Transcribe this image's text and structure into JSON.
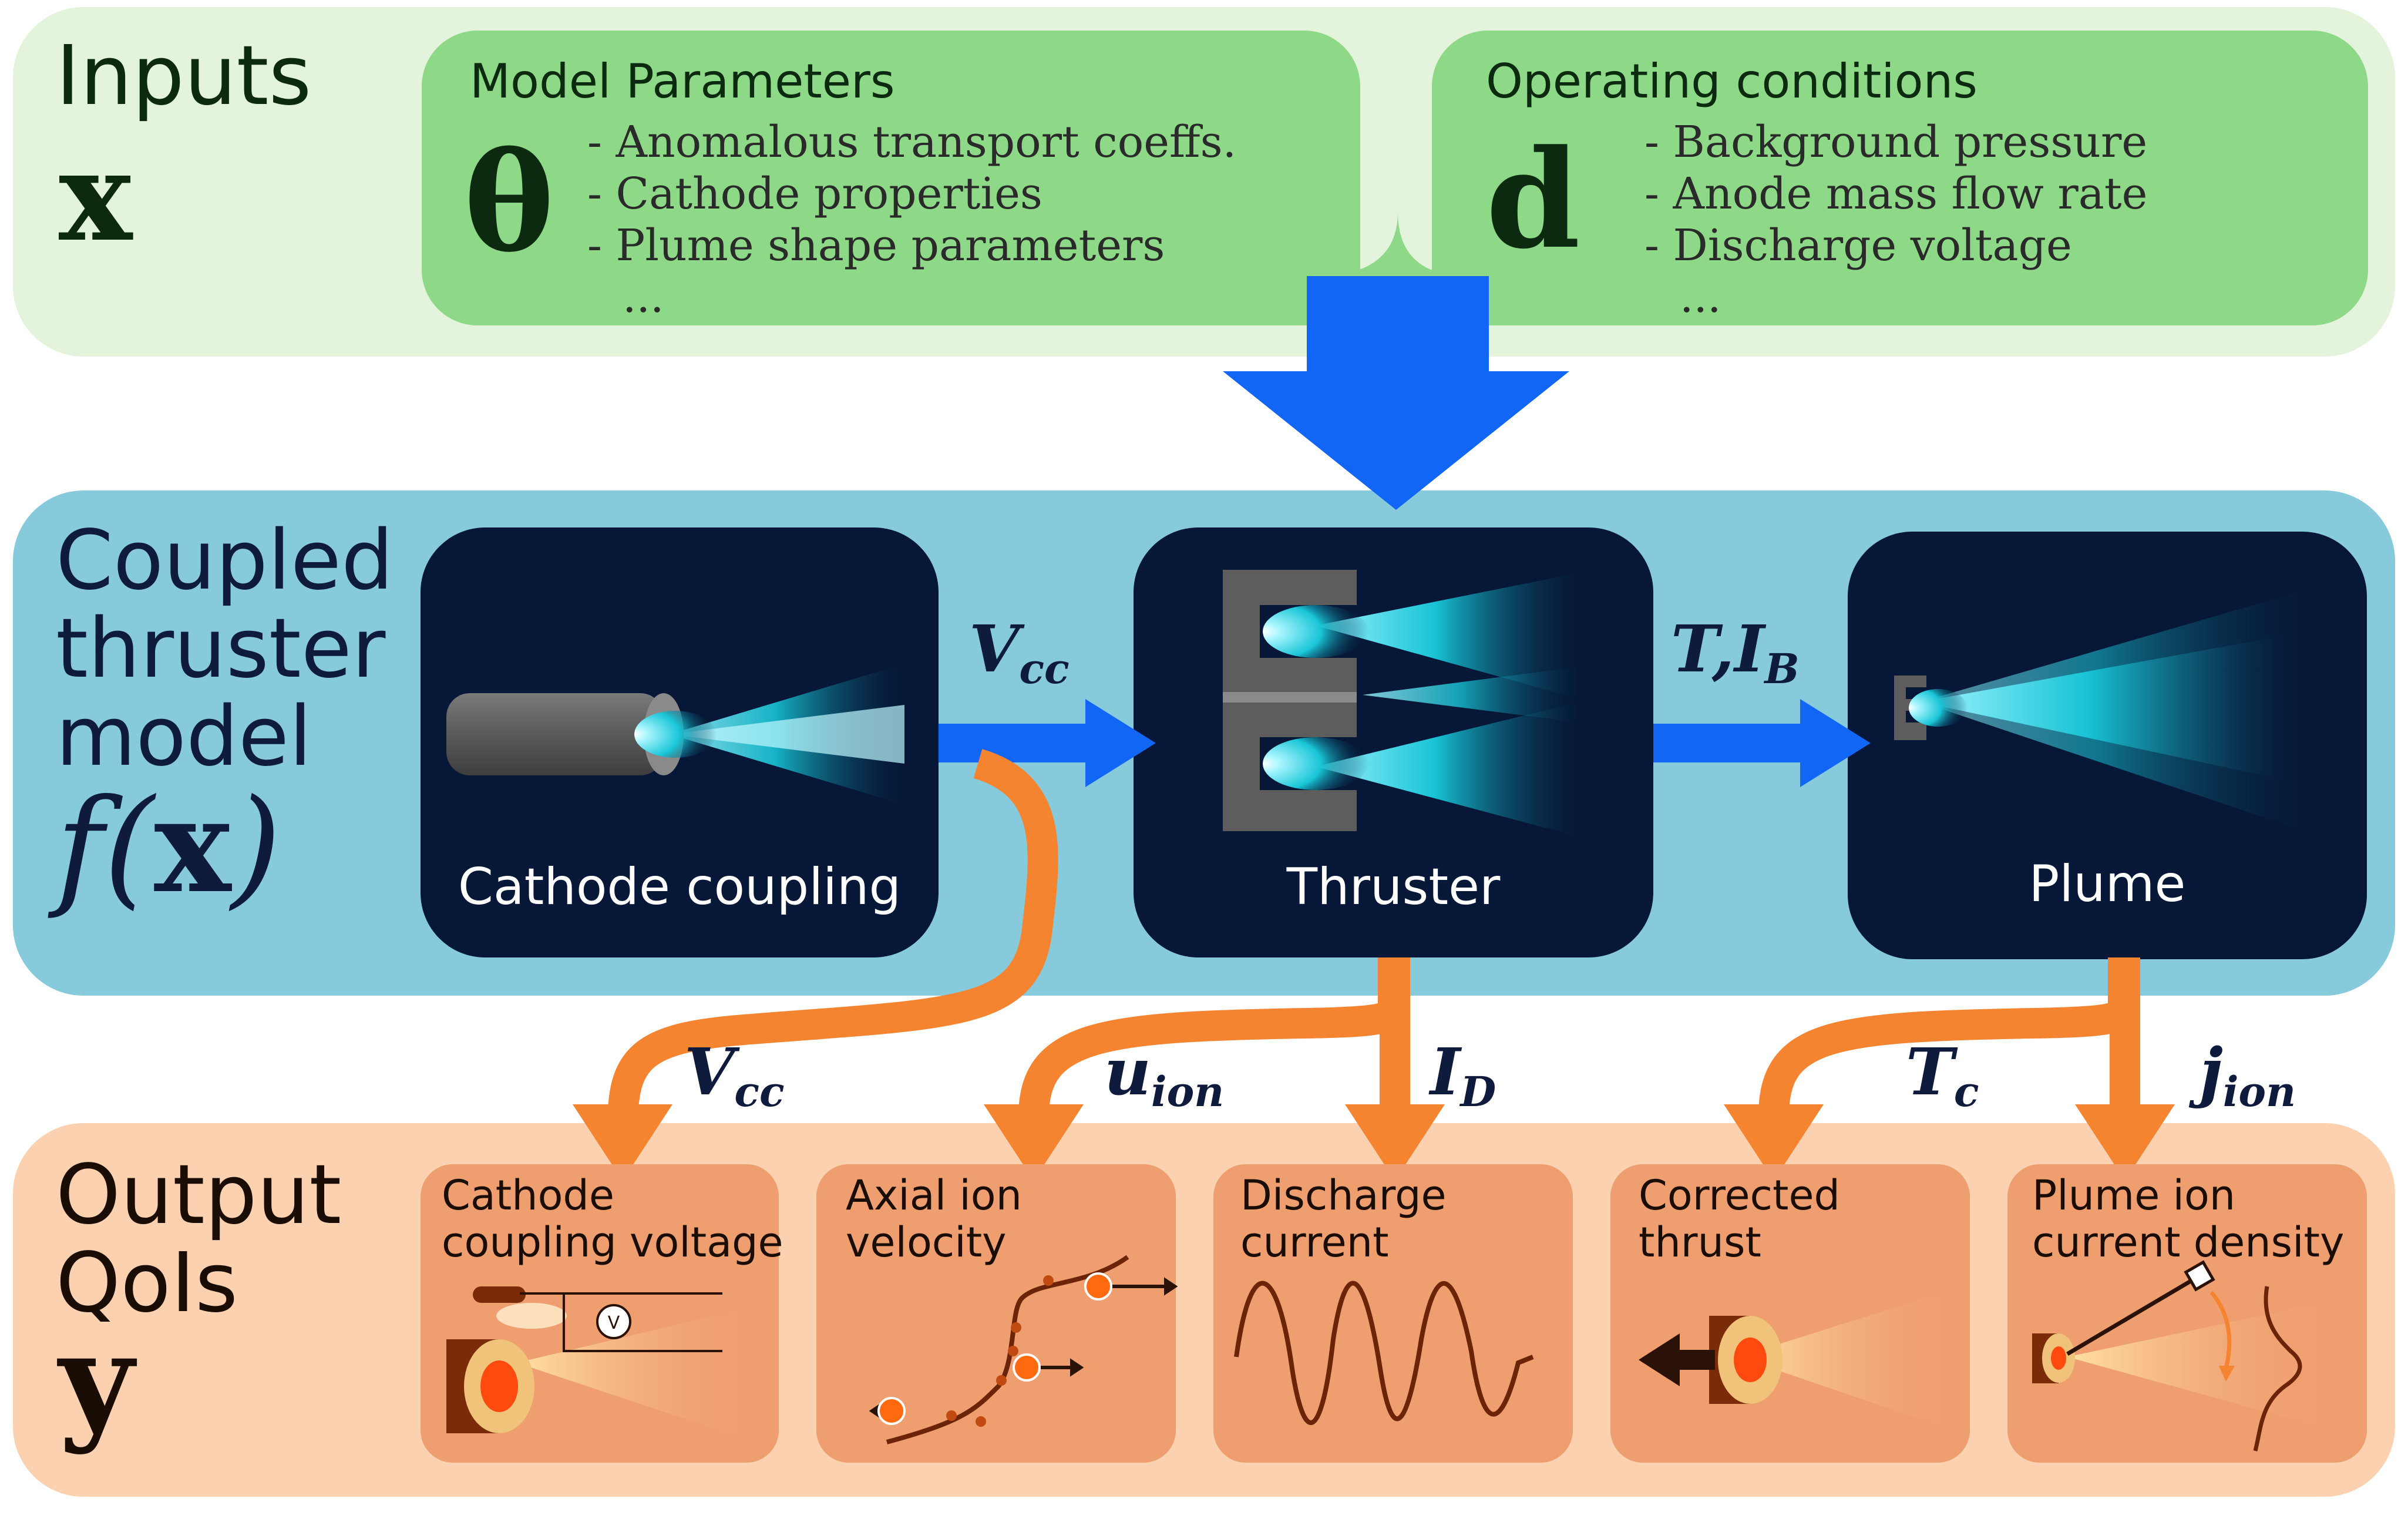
{
  "inputs": {
    "title": "Inputs",
    "symbol": "x",
    "model_parameters": {
      "title": "Model Parameters",
      "symbol": "θ",
      "items": [
        "- Anomalous transport coeffs.",
        "- Cathode properties",
        "- Plume shape parameters",
        "..."
      ]
    },
    "operating_conditions": {
      "title": "Operating conditions",
      "symbol": "d",
      "items": [
        "- Background pressure",
        "- Anode mass flow rate",
        "- Discharge voltage",
        "..."
      ]
    }
  },
  "model": {
    "title_lines": [
      "Coupled",
      "thruster",
      "model"
    ],
    "symbol_f": "f",
    "symbol_open": "(",
    "symbol_x": "x",
    "symbol_close": ")",
    "cathode_label": "Cathode coupling",
    "thruster_label": "Thruster",
    "plume_label": "Plume",
    "coupling_vcc": {
      "main": "V",
      "sub": "cc"
    },
    "coupling_tib": {
      "main": "T,I",
      "sub": "B"
    }
  },
  "outputs": {
    "title_lines": [
      "Output",
      "QoIs"
    ],
    "symbol": "y",
    "labels": {
      "vcc": {
        "main": "V",
        "sub": "cc"
      },
      "uion": {
        "main": "u",
        "sub": "ion"
      },
      "id": {
        "main": "I",
        "sub": "D"
      },
      "tc": {
        "main": "T",
        "sub": "c"
      },
      "jion": {
        "main": "j",
        "sub": "ion"
      }
    },
    "boxes": [
      {
        "title_lines": [
          "Cathode",
          "coupling voltage"
        ],
        "meter": "V"
      },
      {
        "title_lines": [
          "Axial ion",
          "velocity"
        ]
      },
      {
        "title_lines": [
          "Discharge",
          "current"
        ]
      },
      {
        "title_lines": [
          "Corrected",
          "thrust"
        ]
      },
      {
        "title_lines": [
          "Plume ion",
          "current density"
        ]
      }
    ]
  },
  "colors": {
    "inputs_bg": "#e4f3dc",
    "param_box": "#8ed987",
    "model_bg": "#87cadc",
    "dark_box": "#061737",
    "output_bg": "#fbd1b0",
    "output_box": "#ef9e6f",
    "blue_arrow": "#1266f5",
    "orange_arrow": "#f58431"
  }
}
